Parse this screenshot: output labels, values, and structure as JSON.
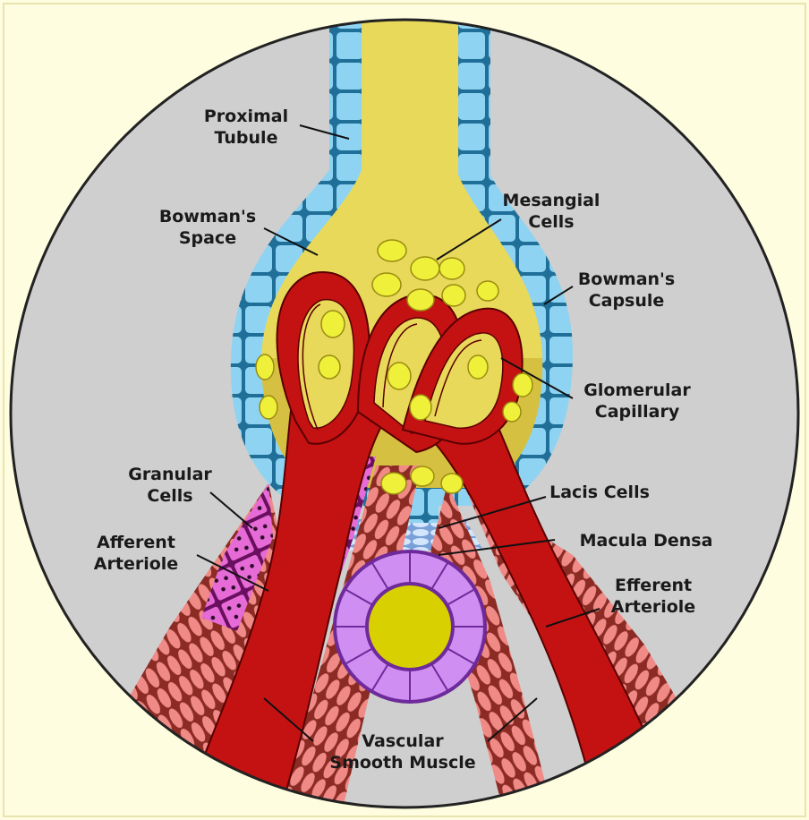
{
  "labels": {
    "proximal_tubule": [
      "Proximal",
      "Tubule"
    ],
    "bowmans_space": [
      "Bowman's",
      "Space"
    ],
    "mesangial_cells": [
      "Mesangial",
      "Cells"
    ],
    "bowmans_capsule": [
      "Bowman's",
      "Capsule"
    ],
    "glomerular_capillary": [
      "Glomerular",
      "Capillary"
    ],
    "granular_cells": [
      "Granular",
      "Cells"
    ],
    "lacis_cells": [
      "Lacis Cells"
    ],
    "afferent_arteriole": [
      "Afferent",
      "Arteriole"
    ],
    "macula_densa": [
      "Macula Densa"
    ],
    "efferent_arteriole": [
      "Efferent",
      "Arteriole"
    ],
    "vascular_smooth_muscle": [
      "Vascular",
      "Smooth Muscle"
    ]
  },
  "colors": {
    "background": "#fefde0",
    "circle": "#cfcfcf",
    "tubule_lumen": "#e9d95a",
    "epithelium": "#8fd3f2",
    "vessel": "#c41212",
    "granular": "#e66bd6",
    "smooth_muscle": "#f08a86",
    "macula": "#cf8ff2",
    "mesangial": "#eef03a"
  }
}
